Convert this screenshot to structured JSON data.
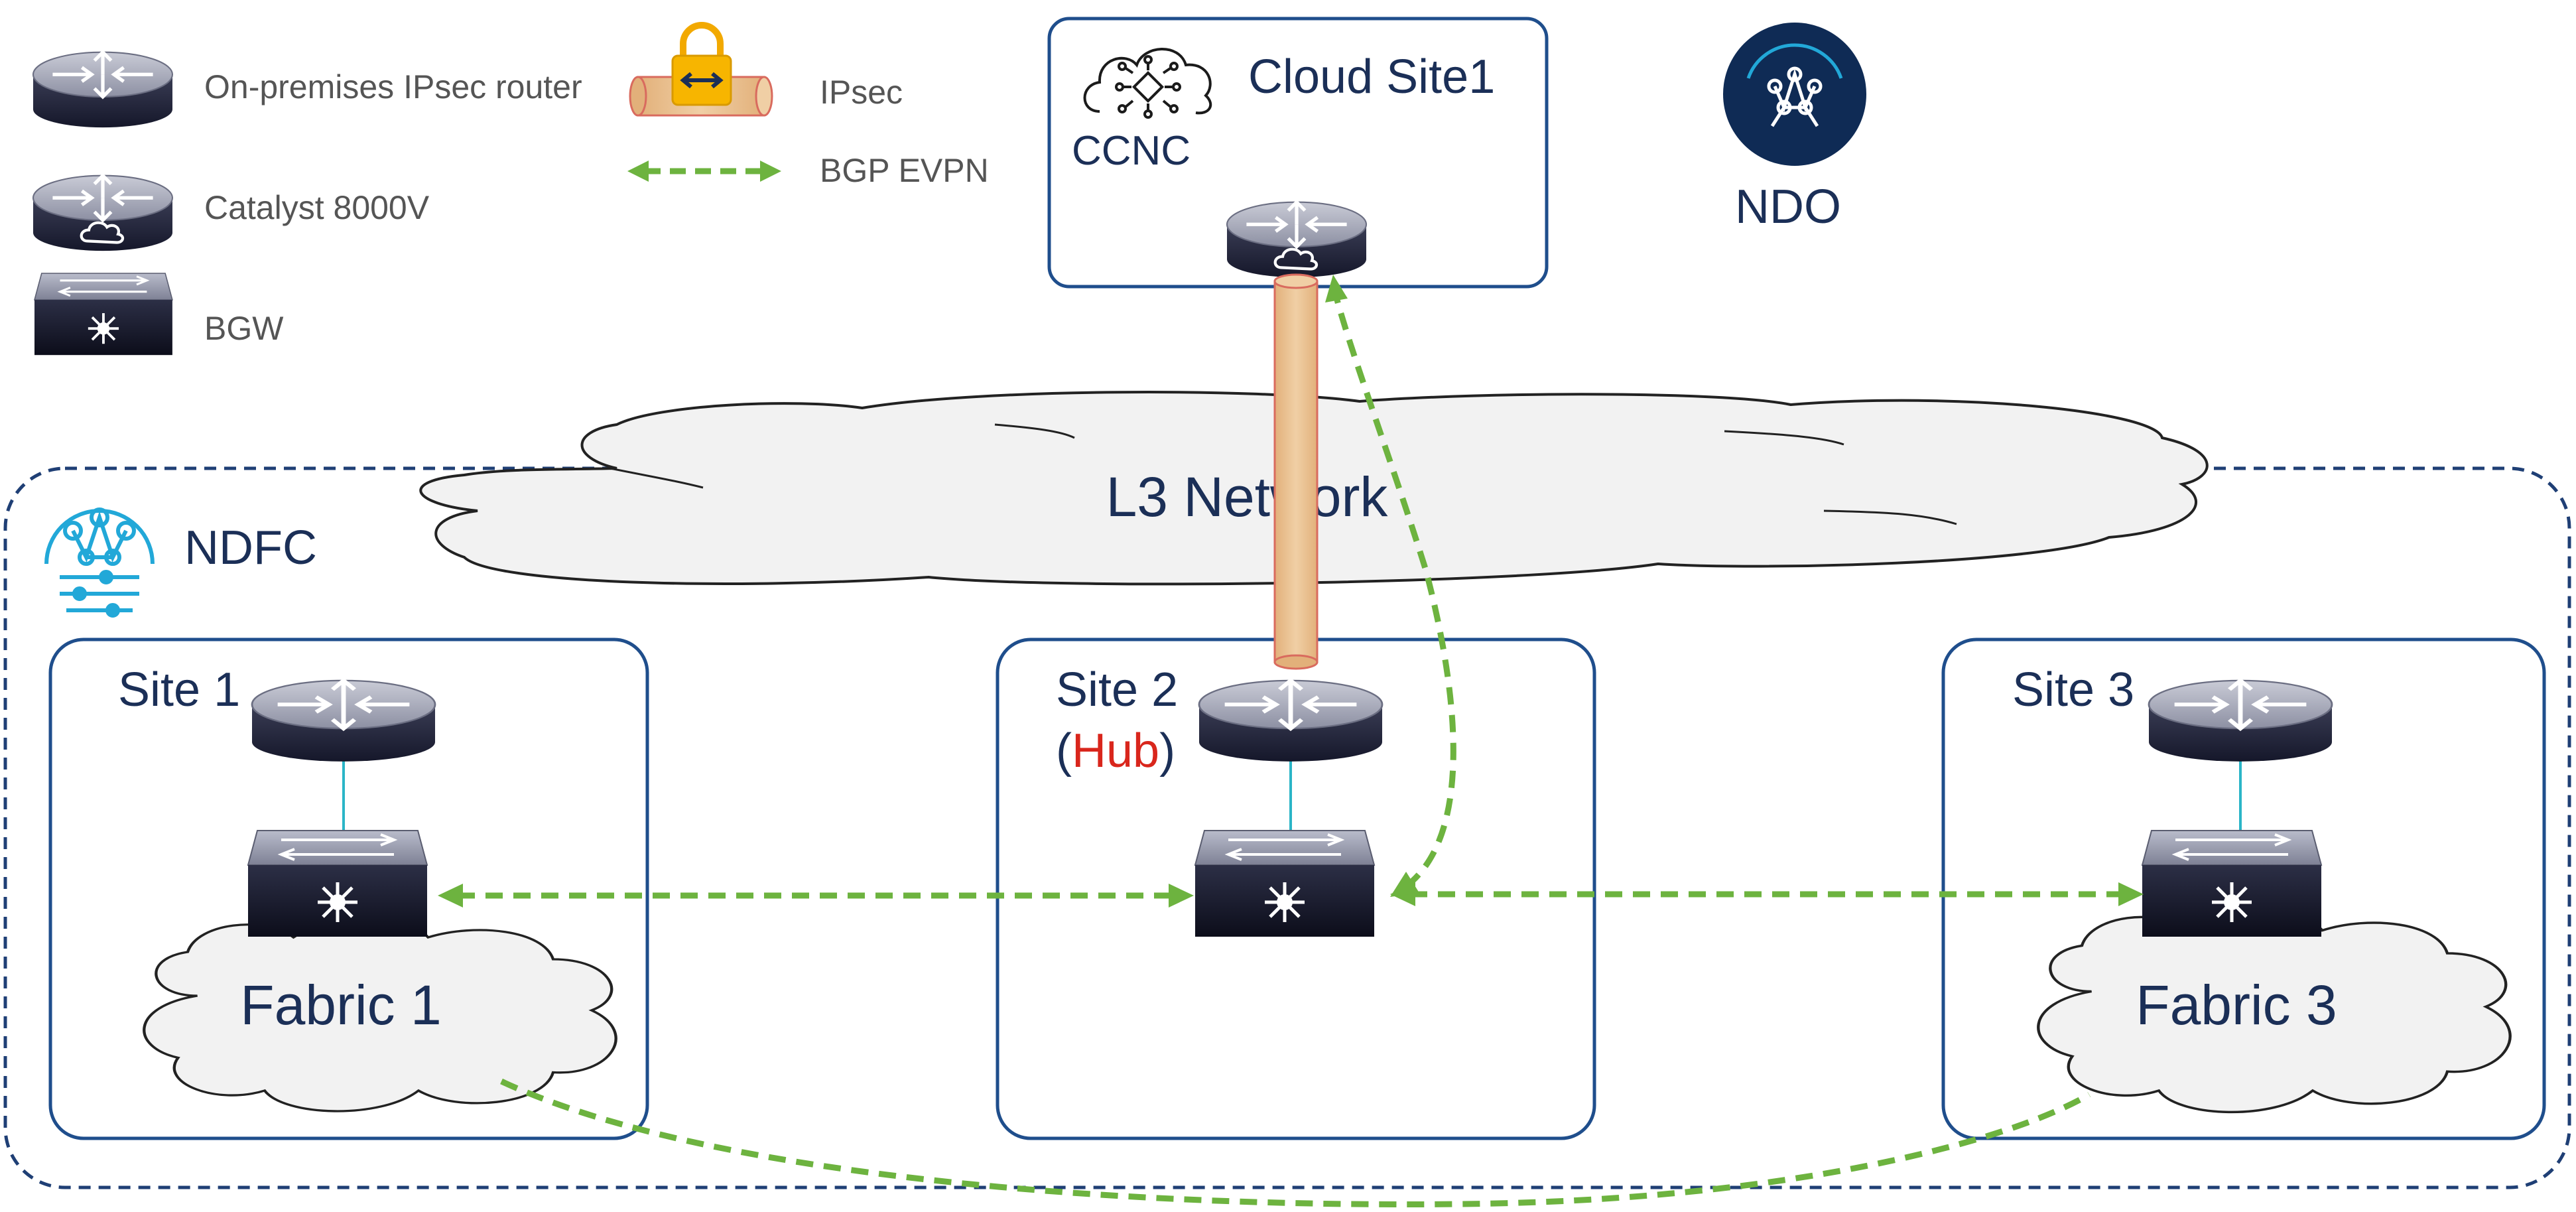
{
  "legend": {
    "router_label": "On-premises IPsec router",
    "catalyst_label": "Catalyst 8000V",
    "bgw_label": "BGW",
    "ipsec_label": "IPsec",
    "bgp_label": "BGP EVPN"
  },
  "cloud_site": {
    "title": "Cloud Site1",
    "controller": "CCNC"
  },
  "ndo": {
    "label": "NDO"
  },
  "network": {
    "label": "L3 Network"
  },
  "ndfc": {
    "label": "NDFC"
  },
  "sites": [
    {
      "title": "Site 1",
      "fabric": "Fabric 1"
    },
    {
      "title": "Site 2",
      "hub_open": "(",
      "hub_word": "Hub",
      "hub_close": ")"
    },
    {
      "title": "Site 3",
      "fabric": "Fabric 3"
    }
  ],
  "colors": {
    "box_border": "#1f4e8c",
    "ndfc_border": "#1f3f75",
    "bgp": "#6db33f",
    "tunnel_fill": "#e8c08c",
    "tunnel_stroke": "#d96b5e",
    "hub": "#d9261c",
    "text": "#1b2f57",
    "legend_text": "#555555",
    "cloud_fill": "#f2f2f2",
    "ndo_circle": "#0f2b55",
    "ndfc_icon": "#22a8d8"
  }
}
